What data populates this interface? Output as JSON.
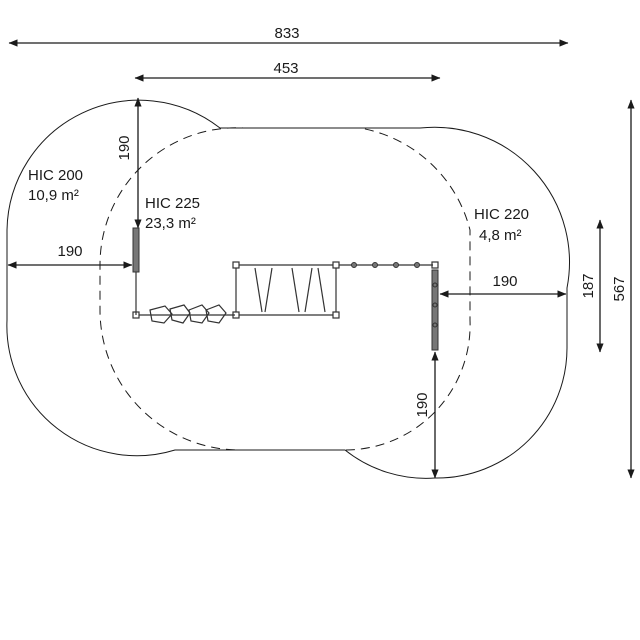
{
  "dimensions": {
    "total_width": "833",
    "inner_width": "453",
    "left_radius": "190",
    "left_top_radius": "190",
    "right_radius": "190",
    "right_bottom_radius": "190",
    "inner_height": "187",
    "total_height": "567"
  },
  "zones": [
    {
      "hic": "HIC 200",
      "area": "10,9 m²"
    },
    {
      "hic": "HIC 225",
      "area": "23,3 m²"
    },
    {
      "hic": "HIC 220",
      "area": "4,8 m²"
    }
  ]
}
